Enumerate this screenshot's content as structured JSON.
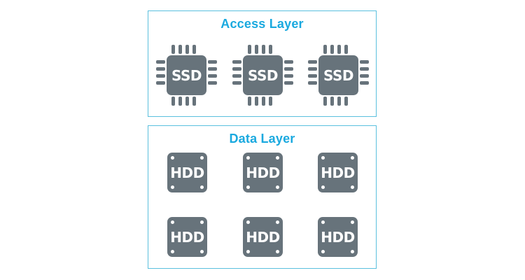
{
  "colors": {
    "border": "#5bc0de",
    "title": "#1aa9df",
    "device": "#67737b"
  },
  "access_layer": {
    "title": "Access Layer",
    "devices": [
      {
        "type": "ssd-chip",
        "label": "SSD"
      },
      {
        "type": "ssd-chip",
        "label": "SSD"
      },
      {
        "type": "ssd-chip",
        "label": "SSD"
      }
    ]
  },
  "data_layer": {
    "title": "Data Layer",
    "devices": [
      {
        "type": "hdd",
        "label": "HDD"
      },
      {
        "type": "hdd",
        "label": "HDD"
      },
      {
        "type": "hdd",
        "label": "HDD"
      },
      {
        "type": "hdd",
        "label": "HDD"
      },
      {
        "type": "hdd",
        "label": "HDD"
      },
      {
        "type": "hdd",
        "label": "HDD"
      }
    ]
  }
}
